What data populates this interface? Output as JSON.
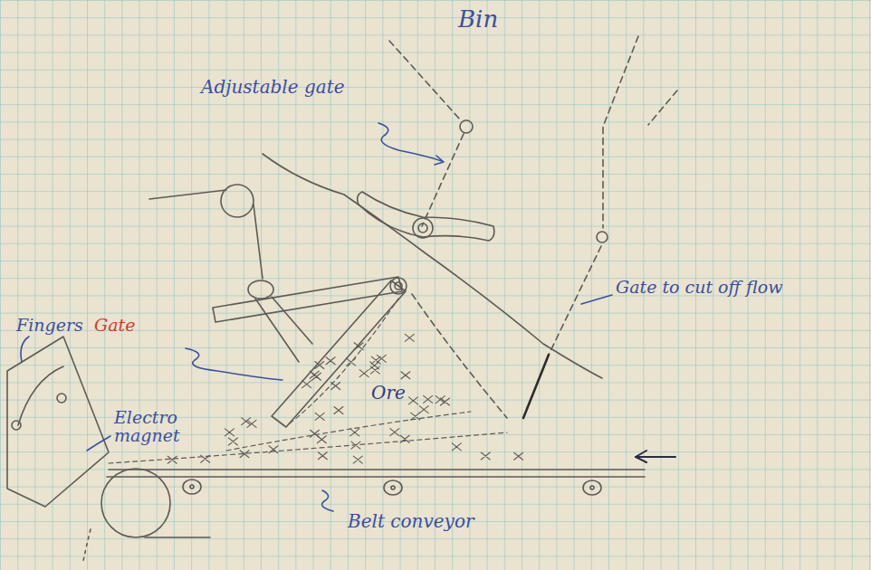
{
  "diagram": {
    "labels": [
      "Bin",
      "Adjustable gate",
      "Gate to cut off flow",
      "Fingers",
      "Gate",
      "Ore",
      "Electro magnet",
      "Belt conveyor"
    ]
  }
}
